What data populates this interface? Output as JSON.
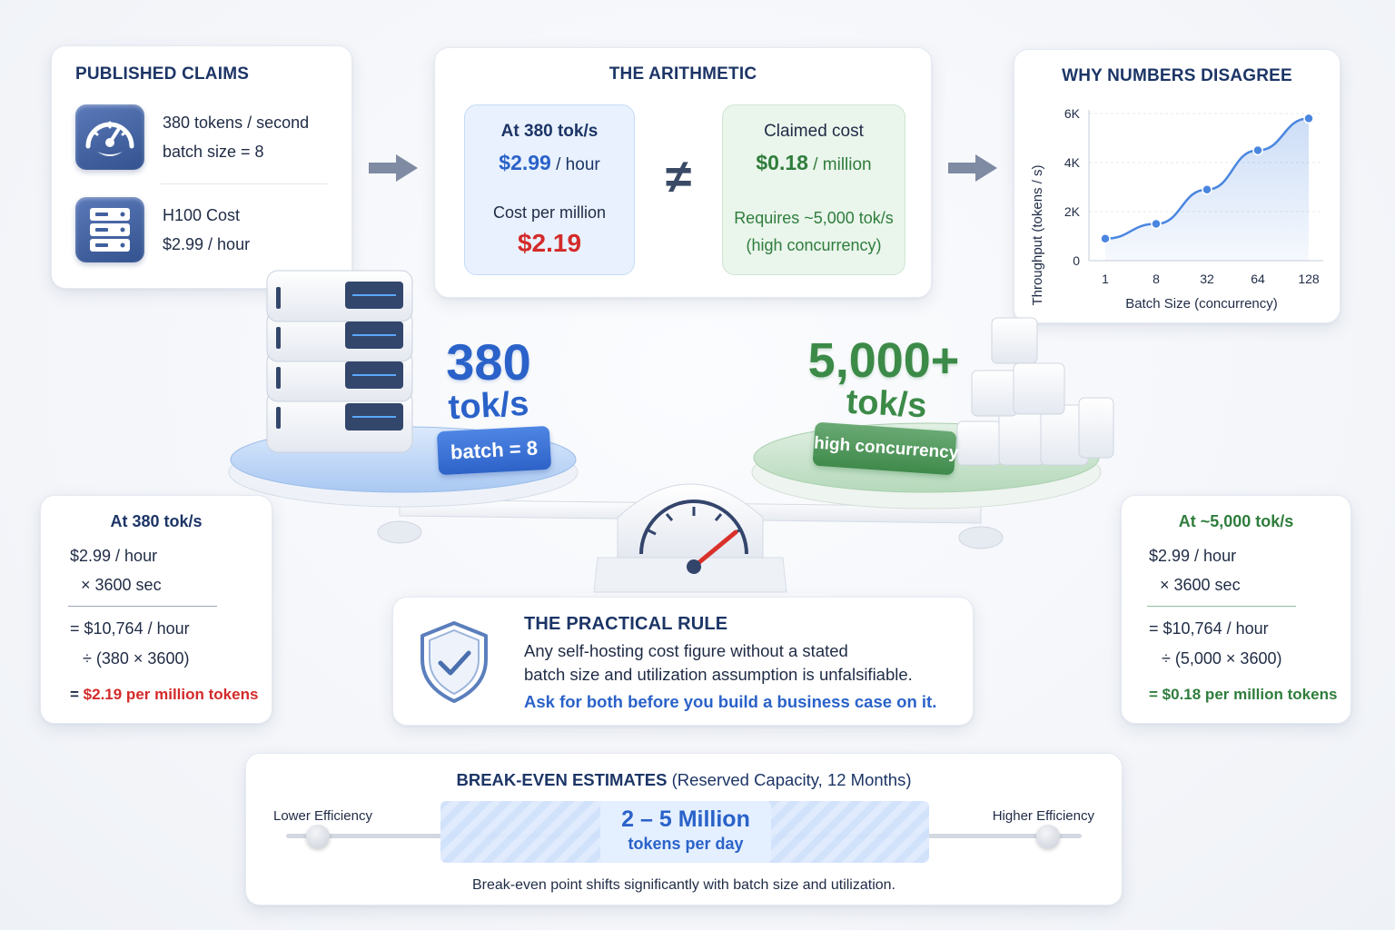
{
  "claims": {
    "title": "PUBLISHED CLAIMS",
    "items": [
      {
        "icon": "speedometer-icon",
        "line1": "380 tokens / second",
        "line2": "batch size = 8"
      },
      {
        "icon": "server-icon",
        "line1": "H100 Cost",
        "line2": "$2.99 / hour"
      }
    ]
  },
  "arithmetic": {
    "title": "THE ARITHMETIC",
    "left": {
      "label": "At 380 tok/s",
      "price": "$2.99",
      "price_unit": "/ hour",
      "cost_label": "Cost per million",
      "cost_value": "$2.19"
    },
    "neq": "≠",
    "right": {
      "label": "Claimed cost",
      "price": "$0.18",
      "price_unit": "/ million",
      "req_line1": "Requires ~5,000 tok/s",
      "req_line2": "(high concurrency)"
    }
  },
  "why": {
    "title": "WHY NUMBERS DISAGREE"
  },
  "chart_data": {
    "type": "line",
    "title": "WHY NUMBERS DISAGREE",
    "xlabel": "Batch Size (concurrency)",
    "ylabel": "Throughput (tokens / s)",
    "categories": [
      "1",
      "8",
      "32",
      "64",
      "128"
    ],
    "values": [
      900,
      1500,
      2900,
      4500,
      5800
    ],
    "yticks": [
      "0",
      "2K",
      "4K",
      "6K"
    ],
    "ylim": [
      0,
      6000
    ],
    "grid": true,
    "series_color": "#4a86e0"
  },
  "scale": {
    "left_value": "380",
    "left_unit": "tok/s",
    "left_badge": "batch = 8",
    "right_value": "5,000+",
    "right_unit": "tok/s",
    "right_badge": "high concurrency"
  },
  "calc_left": {
    "title": "At 380 tok/s",
    "l1": "$2.99 / hour",
    "l2": "× 3600 sec",
    "l3": "= $10,764 / hour",
    "l4": "÷ (380 × 3600)",
    "l5_prefix": "=",
    "l5": "$2.19 per million tokens"
  },
  "calc_right": {
    "title": "At ~5,000 tok/s",
    "l1": "$2.99 / hour",
    "l2": "× 3600 sec",
    "l3": "= $10,764 / hour",
    "l4": "÷ (5,000 × 3600)",
    "l5_prefix": "=",
    "l5": "$0.18 per million tokens"
  },
  "rule": {
    "title": "THE PRACTICAL RULE",
    "line1": "Any self-hosting cost figure without a stated",
    "line2": "batch size and utilization assumption is unfalsifiable.",
    "line3": "Ask for both before you build a business case on it."
  },
  "breakeven": {
    "title_bold": "BREAK-EVEN ESTIMATES",
    "title_rest": "(Reserved Capacity, 12 Months)",
    "low": "Lower Efficiency",
    "high": "Higher Efficiency",
    "range": "2 – 5 Million",
    "range_unit": "tokens per day",
    "note": "Break-even point shifts significantly with batch size and utilization."
  },
  "colors": {
    "navy": "#1c3566",
    "blue": "#2a62c9",
    "red": "#d42a2a",
    "green": "#2f7d3c",
    "muted": "#3a4a66"
  }
}
